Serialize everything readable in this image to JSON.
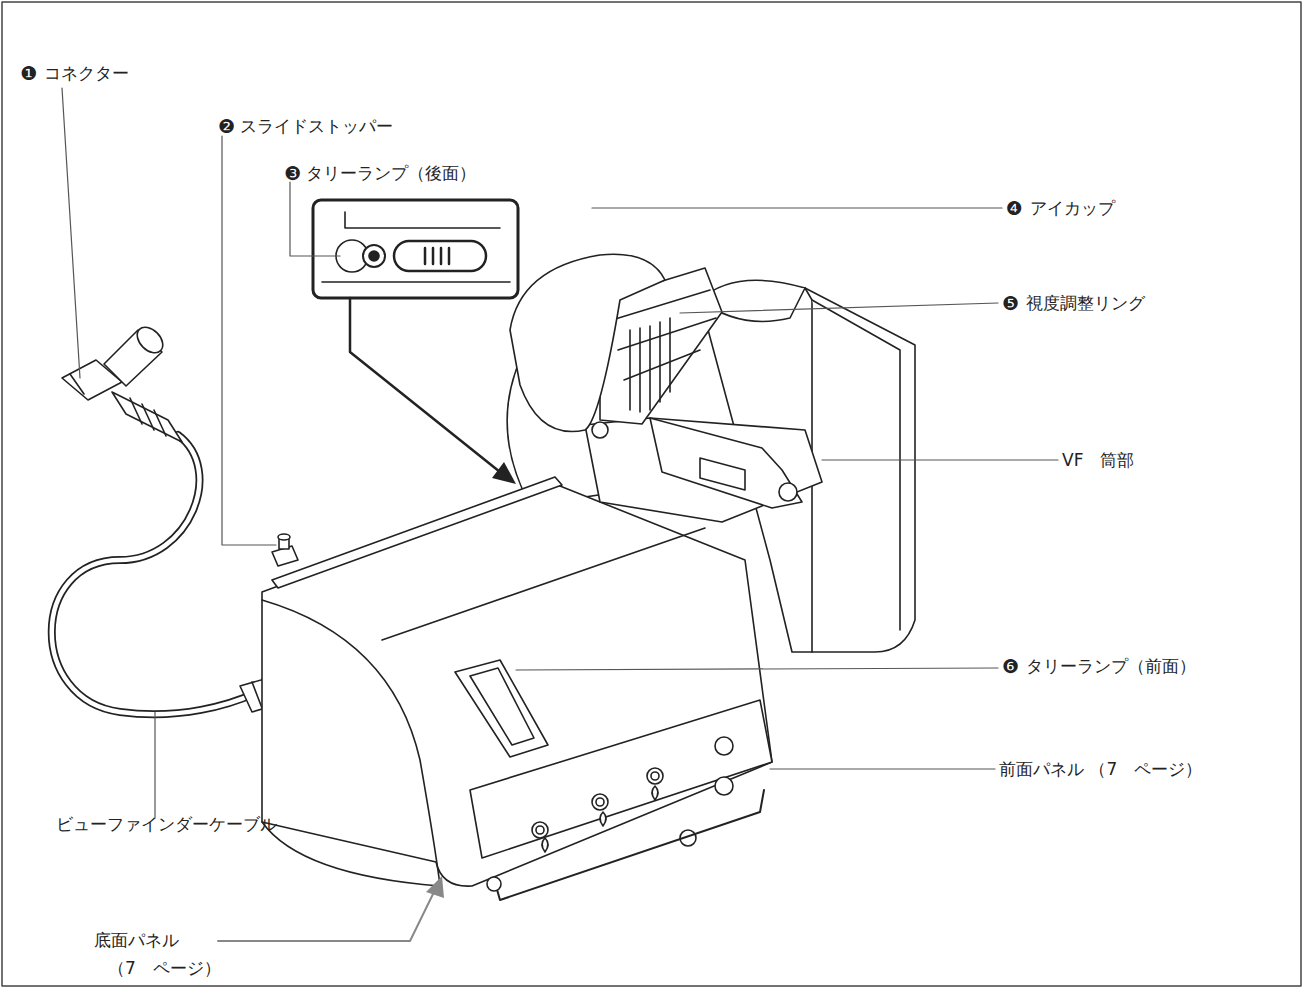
{
  "diagram": {
    "labels": [
      "❶",
      "コネクター",
      "❷",
      "スライドストッパー",
      "❸",
      "タリーランプ（後面）",
      "❹",
      "アイカップ",
      "❺",
      "視度調整リング",
      "VF　筒部",
      "❻",
      "タリーランプ（前面）",
      "前面パネル （7　ページ）",
      "ビューファインダーケーブル",
      "底面パネル",
      "（7　ページ）"
    ]
  }
}
